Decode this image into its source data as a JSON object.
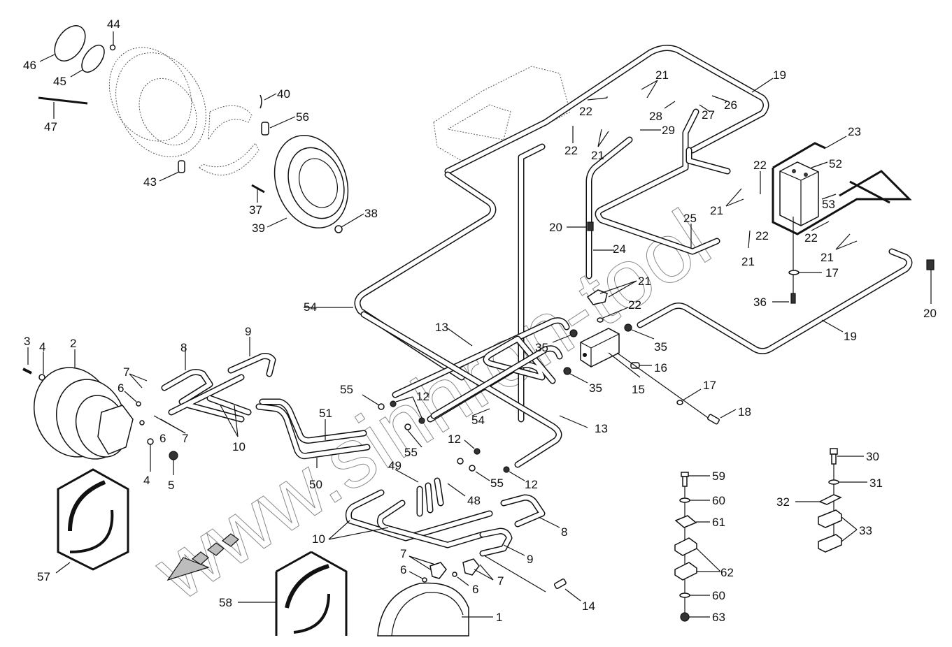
{
  "diagram": {
    "type": "exploded-parts-diagram",
    "subject": "Hydraulic travel motors, brake drum and piping",
    "watermark": "www.sinhron-tool",
    "orientation_arrow": "front-direction-arrow",
    "callouts": [
      {
        "label": "1",
        "part": "travel-motor-lower"
      },
      {
        "label": "2",
        "part": "travel-motor-left"
      },
      {
        "label": "3",
        "part": "bolt"
      },
      {
        "label": "4",
        "part": "washer"
      },
      {
        "label": "4",
        "part": "washer"
      },
      {
        "label": "5",
        "part": "nut"
      },
      {
        "label": "6",
        "part": "o-ring"
      },
      {
        "label": "6",
        "part": "o-ring"
      },
      {
        "label": "6",
        "part": "o-ring"
      },
      {
        "label": "6",
        "part": "o-ring"
      },
      {
        "label": "7",
        "part": "split-flange"
      },
      {
        "label": "7",
        "part": "split-flange"
      },
      {
        "label": "7",
        "part": "split-flange"
      },
      {
        "label": "7",
        "part": "split-flange"
      },
      {
        "label": "8",
        "part": "pipe"
      },
      {
        "label": "8",
        "part": "pipe"
      },
      {
        "label": "9",
        "part": "pipe"
      },
      {
        "label": "9",
        "part": "pipe"
      },
      {
        "label": "10",
        "part": "hose"
      },
      {
        "label": "10",
        "part": "hose"
      },
      {
        "label": "12",
        "part": "seal"
      },
      {
        "label": "12",
        "part": "seal"
      },
      {
        "label": "12",
        "part": "seal"
      },
      {
        "label": "13",
        "part": "pipe"
      },
      {
        "label": "13",
        "part": "pipe"
      },
      {
        "label": "14",
        "part": "bolt"
      },
      {
        "label": "15",
        "part": "manifold-block"
      },
      {
        "label": "16",
        "part": "plug"
      },
      {
        "label": "17",
        "part": "washer"
      },
      {
        "label": "17",
        "part": "washer"
      },
      {
        "label": "18",
        "part": "bolt"
      },
      {
        "label": "19",
        "part": "pipe"
      },
      {
        "label": "19",
        "part": "pipe"
      },
      {
        "label": "20",
        "part": "bolt"
      },
      {
        "label": "20",
        "part": "bolt"
      },
      {
        "label": "21",
        "part": "split-flange"
      },
      {
        "label": "21",
        "part": "split-flange"
      },
      {
        "label": "21",
        "part": "split-flange"
      },
      {
        "label": "21",
        "part": "split-flange"
      },
      {
        "label": "21",
        "part": "split-flange"
      },
      {
        "label": "21",
        "part": "split-flange"
      },
      {
        "label": "22",
        "part": "o-ring"
      },
      {
        "label": "22",
        "part": "o-ring"
      },
      {
        "label": "22",
        "part": "o-ring"
      },
      {
        "label": "22",
        "part": "o-ring"
      },
      {
        "label": "22",
        "part": "o-ring"
      },
      {
        "label": "22",
        "part": "o-ring"
      },
      {
        "label": "23",
        "part": "valve-assembly"
      },
      {
        "label": "24",
        "part": "hose"
      },
      {
        "label": "25",
        "part": "hose"
      },
      {
        "label": "26",
        "part": "bolt"
      },
      {
        "label": "27",
        "part": "elbow"
      },
      {
        "label": "28",
        "part": "adapter"
      },
      {
        "label": "29",
        "part": "elbow"
      },
      {
        "label": "30",
        "part": "bolt"
      },
      {
        "label": "31",
        "part": "washer"
      },
      {
        "label": "32",
        "part": "plate"
      },
      {
        "label": "33",
        "part": "clamp"
      },
      {
        "label": "35",
        "part": "seal"
      },
      {
        "label": "35",
        "part": "seal"
      },
      {
        "label": "35",
        "part": "seal"
      },
      {
        "label": "36",
        "part": "bolt"
      },
      {
        "label": "37",
        "part": "bolt"
      },
      {
        "label": "38",
        "part": "nut"
      },
      {
        "label": "39",
        "part": "brake-drum"
      },
      {
        "label": "40",
        "part": "spring"
      },
      {
        "label": "43",
        "part": "wheel-cylinder"
      },
      {
        "label": "44",
        "part": "plug"
      },
      {
        "label": "45",
        "part": "o-ring"
      },
      {
        "label": "46",
        "part": "cover"
      },
      {
        "label": "47",
        "part": "shaft"
      },
      {
        "label": "48",
        "part": "pipe"
      },
      {
        "label": "49",
        "part": "pipe"
      },
      {
        "label": "50",
        "part": "pipe"
      },
      {
        "label": "51",
        "part": "pipe"
      },
      {
        "label": "52",
        "part": "valve"
      },
      {
        "label": "53",
        "part": "valve-cartridge"
      },
      {
        "label": "54",
        "part": "hose"
      },
      {
        "label": "54",
        "part": "hose"
      },
      {
        "label": "55",
        "part": "washer"
      },
      {
        "label": "55",
        "part": "washer"
      },
      {
        "label": "55",
        "part": "washer"
      },
      {
        "label": "56",
        "part": "adjuster"
      },
      {
        "label": "57",
        "part": "brake-shoe-kit"
      },
      {
        "label": "58",
        "part": "brake-shoe-kit"
      },
      {
        "label": "59",
        "part": "bolt"
      },
      {
        "label": "60",
        "part": "washer"
      },
      {
        "label": "60",
        "part": "washer"
      },
      {
        "label": "61",
        "part": "plate"
      },
      {
        "label": "62",
        "part": "clamp"
      },
      {
        "label": "63",
        "part": "nut"
      }
    ]
  }
}
